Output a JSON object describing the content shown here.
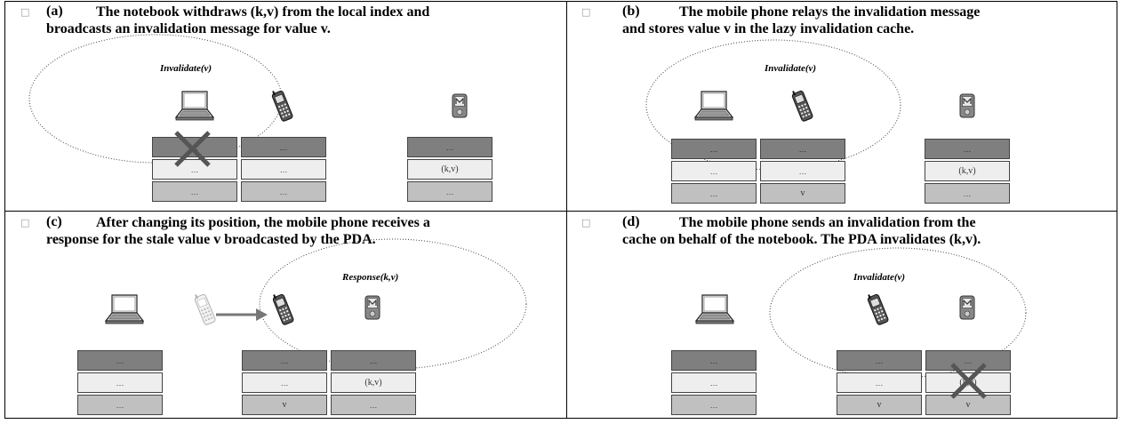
{
  "panels": [
    {
      "letter": "(a)",
      "caption_lines": [
        "The notebook withdraws (k,v) from the local index and",
        "broadcasts an invalidation message for value v."
      ],
      "message": "Invalidate(v)",
      "tables": [
        {
          "rows": [
            "…",
            "…",
            "…"
          ]
        },
        {
          "rows": [
            "…",
            "…",
            "…"
          ]
        },
        {
          "rows": [
            "…",
            "(k,v)",
            "…"
          ]
        }
      ]
    },
    {
      "letter": "(b)",
      "caption_lines": [
        "The mobile phone relays the invalidation message",
        "and stores value v in the lazy invalidation cache."
      ],
      "message": "Invalidate(v)",
      "tables": [
        {
          "rows": [
            "…",
            "…",
            "…"
          ]
        },
        {
          "rows": [
            "…",
            "…",
            "v"
          ]
        },
        {
          "rows": [
            "…",
            "(k,v)",
            "…"
          ]
        }
      ]
    },
    {
      "letter": "(c)",
      "caption_lines": [
        "After changing its position, the mobile phone receives a",
        "response for the stale value v broadcasted by the PDA."
      ],
      "message": "Response(k,v)",
      "tables": [
        {
          "rows": [
            "…",
            "…",
            "…"
          ]
        },
        {
          "rows": [
            "…",
            "…",
            "v"
          ]
        },
        {
          "rows": [
            "…",
            "(k,v)",
            "…"
          ]
        }
      ]
    },
    {
      "letter": "(d)",
      "caption_lines": [
        "The mobile phone sends an invalidation from the",
        "cache on behalf of the notebook. The PDA invalidates (k,v)."
      ],
      "message": "Invalidate(v)",
      "tables": [
        {
          "rows": [
            "…",
            "…",
            "…"
          ]
        },
        {
          "rows": [
            "…",
            "…",
            "v"
          ]
        },
        {
          "rows": [
            "…",
            "(k,v)",
            "v"
          ]
        }
      ]
    }
  ],
  "bullet_glyph": "□",
  "colors": {
    "header_row": "#7f7f7f",
    "middle_row": "#eeeeee",
    "bottom_row": "#c0c0c0",
    "cross": "#555555",
    "arrow": "#777777"
  },
  "icons": [
    "laptop-icon",
    "mobile-phone-icon",
    "pda-icon"
  ]
}
